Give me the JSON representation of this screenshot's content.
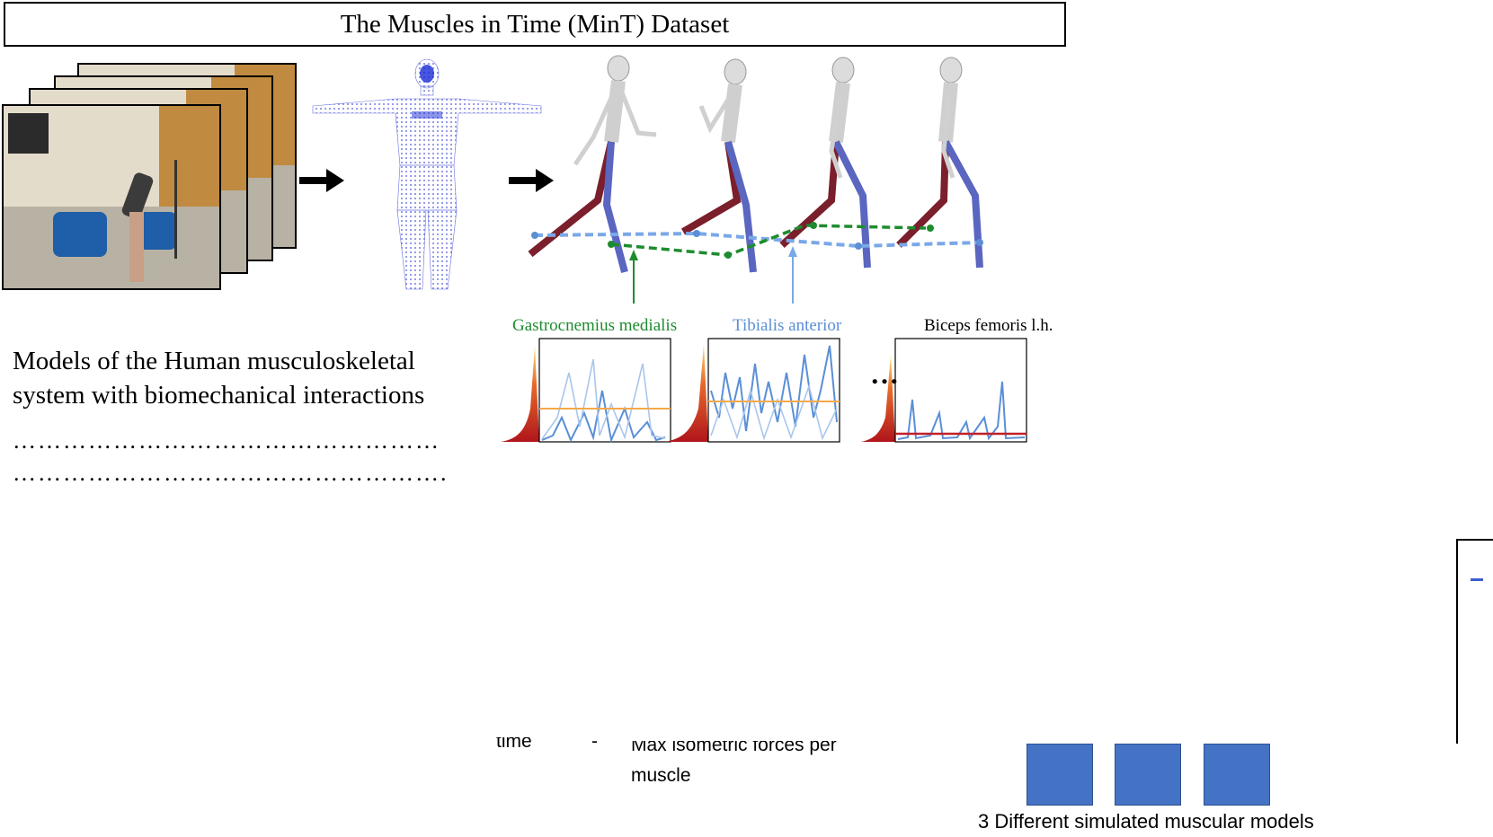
{
  "title": "The Muscles in Time (MinT) Dataset",
  "muscle_labels": {
    "gastrocnemius": "Gastrocnemius  medialis",
    "tibialis": "Tibialis  anterior",
    "biceps": "Biceps  femoris  l.h."
  },
  "colors": {
    "gastrocnemius": "#1e8c2e",
    "tibialis": "#5b8fd6",
    "mean_line": "#f4a94b",
    "square_fill": "#4472c4"
  },
  "models_text": {
    "line1": "Models of the Human musculoskeletal",
    "line2": "system with biomechanical interactions",
    "dots1": "……………………………………………",
    "dots2": "……………………………………………."
  },
  "ellipsis": "…",
  "cut_text": {
    "time": "time",
    "bullet": "-",
    "max_force_line1": "Max isometric forces per",
    "max_force_line2": "muscle"
  },
  "bottom_caption": "3 Different simulated muscular models",
  "icons": [
    "right-arrow-icon",
    "ellipsis-icon"
  ]
}
